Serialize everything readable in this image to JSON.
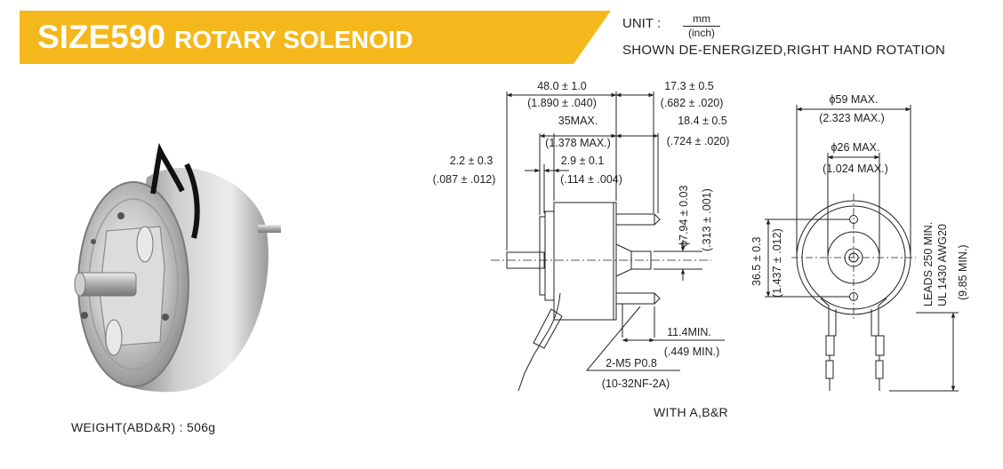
{
  "header": {
    "model": "SIZE590",
    "title": "ROTARY SOLENOID",
    "banner_color": "#f5b81c",
    "unit_label": "UNIT :",
    "unit_primary": "mm",
    "unit_secondary": "(inch)",
    "note": "SHOWN DE-ENERGIZED,RIGHT HAND ROTATION"
  },
  "photo": {
    "weight_label": "WEIGHT(ABD&R) : 506g"
  },
  "side_view": {
    "dims": {
      "overall_mm": "48.0 ± 1.0",
      "overall_in": "(1.890 ± .040)",
      "body_mm": "35MAX.",
      "body_in": "(1.378 MAX.)",
      "flange_mm": "2.2 ± 0.3",
      "flange_in": "(.087 ± .012)",
      "plate_mm": "2.9 ± 0.1",
      "plate_in": "(.114 ± .004)",
      "shaft_mm": "17.3 ± 0.5",
      "shaft_in": "(.682 ± .020)",
      "stud_mm": "18.4 ± 0.5",
      "stud_in": "(.724 ± .020)",
      "shaft_dia_mm": "ϕ7.94 ± 0.03",
      "shaft_dia_in": "(.313 ± .001)",
      "stud_min_mm": "11.4MIN.",
      "stud_min_in": "(.449 MIN.)",
      "thread_mm": "2-M5 P0.8",
      "thread_in": "(10-32NF-2A)"
    },
    "variant_label": "WITH A,B&R"
  },
  "front_view": {
    "dims": {
      "outer_mm": "ϕ59 MAX.",
      "outer_in": "(2.323 MAX.)",
      "inner_mm": "ϕ26 MAX.",
      "inner_in": "(1.024 MAX.)",
      "hole_mm": "36.5 ± 0.3",
      "hole_in": "(1.437 ± .012)",
      "leads_line1": "LEADS 250 MIN.",
      "leads_line2": "UL 1430 AWG20",
      "leads_in": "(9.85 MIN.)"
    }
  }
}
